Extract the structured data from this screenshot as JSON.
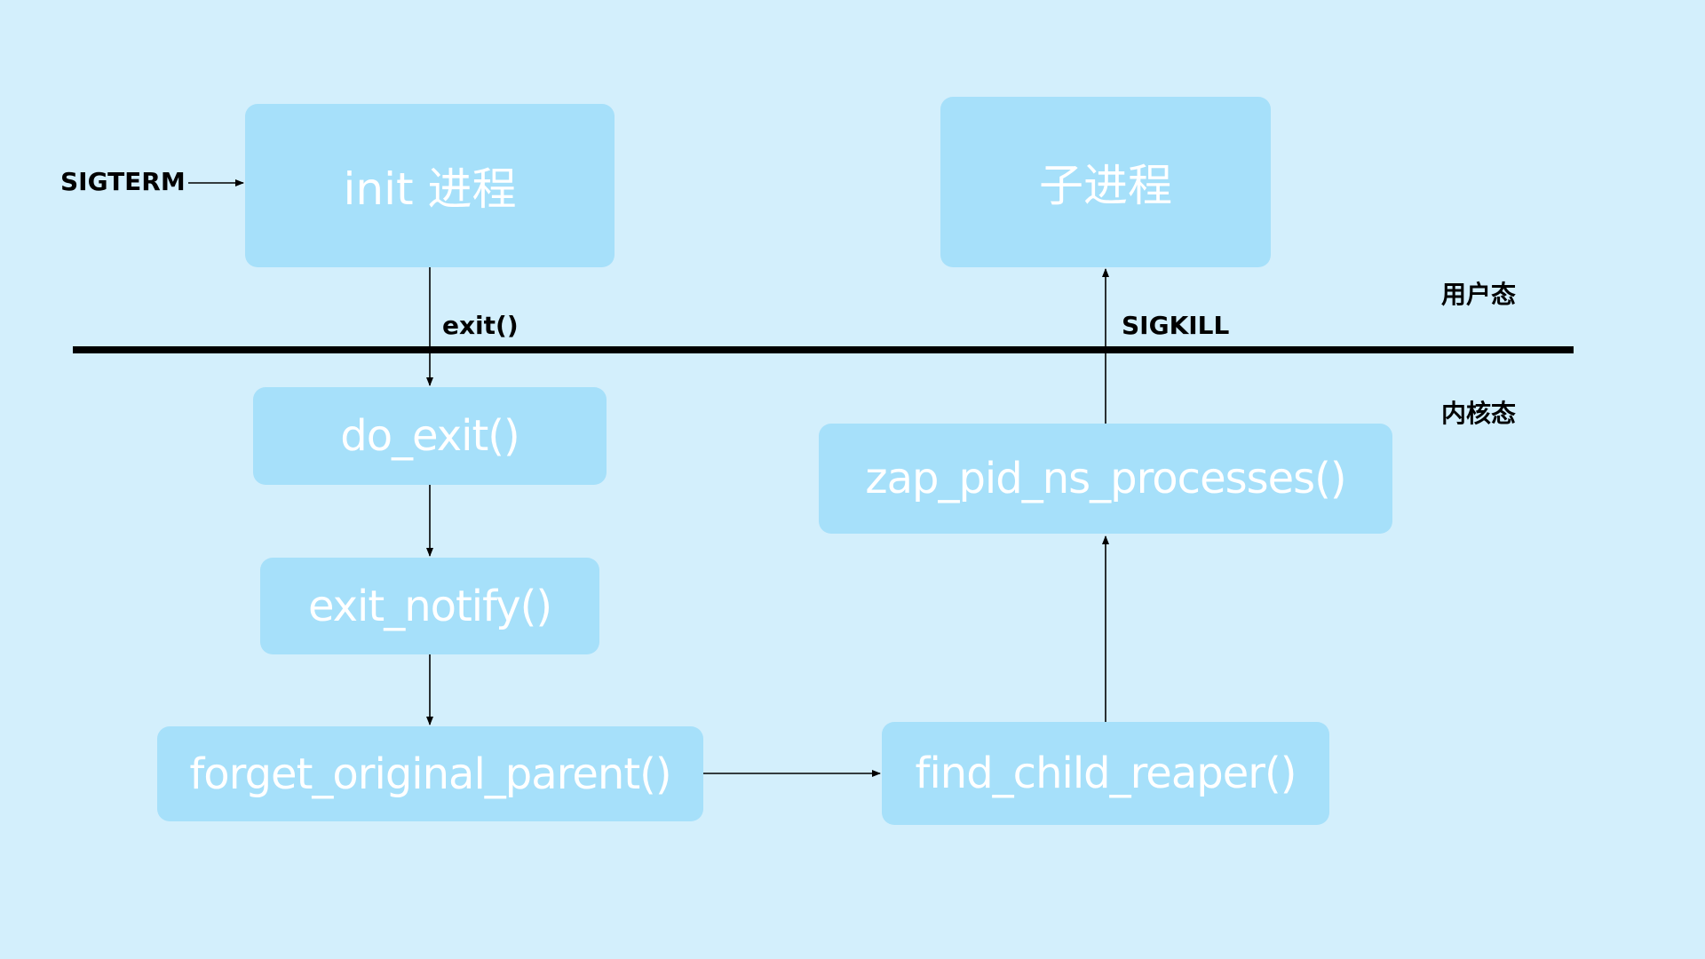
{
  "nodes": {
    "init": "init 进程",
    "child": "子进程",
    "do_exit": "do_exit()",
    "exit_notify": "exit_notify()",
    "forget_original_parent": "forget_original_parent()",
    "find_child_reaper": "find_child_reaper()",
    "zap_pid_ns_processes": "zap_pid_ns_processes()"
  },
  "edges": {
    "sigterm": "SIGTERM",
    "exit_call": "exit()",
    "sigkill": "SIGKILL"
  },
  "regions": {
    "user_mode": "用户态",
    "kernel_mode": "内核态"
  },
  "colors": {
    "background": "#d3effc",
    "node": "#a6e0fa",
    "node_text": "#ffffff",
    "line": "#000000"
  }
}
